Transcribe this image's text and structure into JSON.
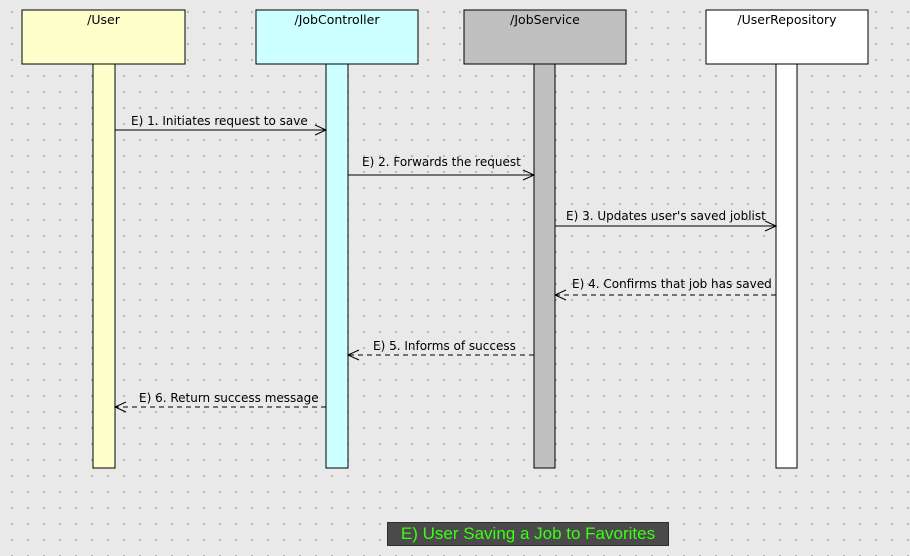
{
  "diagram": {
    "lifelines": [
      {
        "name": "/User",
        "color": "#ffffcc"
      },
      {
        "name": "/JobController",
        "color": "#ccffff"
      },
      {
        "name": "/JobService",
        "color": "#c0c0c0"
      },
      {
        "name": "/UserRepository",
        "color": "#ffffff"
      }
    ],
    "messages": [
      {
        "label": "E) 1. Initiates request to save",
        "from": "/User",
        "to": "/JobController",
        "kind": "sync"
      },
      {
        "label": "E) 2. Forwards the request",
        "from": "/JobController",
        "to": "/JobService",
        "kind": "sync"
      },
      {
        "label": "E) 3. Updates user's saved joblist",
        "from": "/JobService",
        "to": "/UserRepository",
        "kind": "sync"
      },
      {
        "label": "E) 4. Confirms that job has saved",
        "from": "/UserRepository",
        "to": "/JobService",
        "kind": "return"
      },
      {
        "label": "E) 5. Informs of success",
        "from": "/JobService",
        "to": "/JobController",
        "kind": "return"
      },
      {
        "label": "E) 6. Return success message",
        "from": "/JobController",
        "to": "/User",
        "kind": "return"
      }
    ],
    "caption": "E) User Saving a Job to Favorites",
    "caption_color": "#39ff14"
  }
}
